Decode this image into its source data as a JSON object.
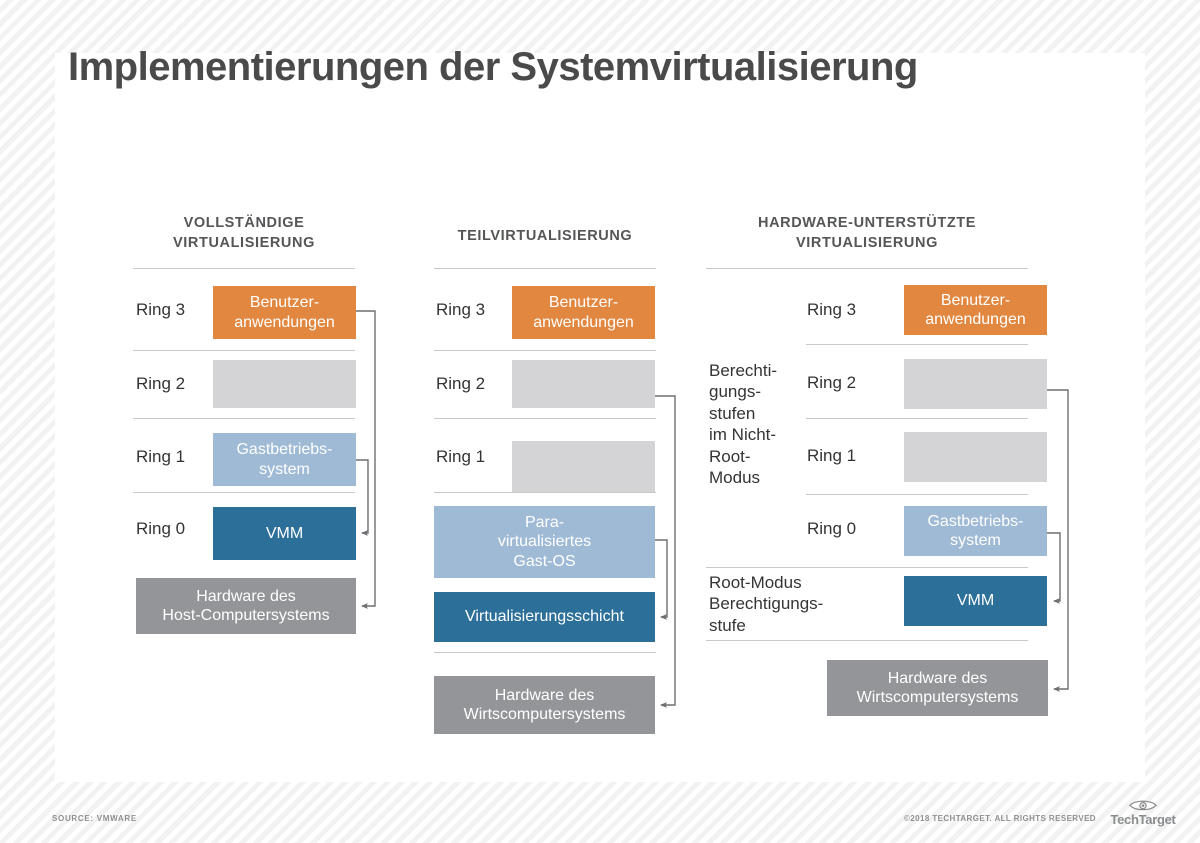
{
  "title": "Implementierungen der Systemvirtualisierung",
  "columns": [
    {
      "id": "full-virtualization",
      "heading": "VOLLSTÄNDIGE\nVIRTUALISIERUNG",
      "heading_line1": "VOLLSTÄNDIGE",
      "heading_line2": "VIRTUALISIERUNG",
      "rings": [
        {
          "label": "Ring 3",
          "box": "Benutzer-\nanwendungen",
          "box_line1": "Benutzer-",
          "box_line2": "anwendungen",
          "color": "#e2873f",
          "style": "orange"
        },
        {
          "label": "Ring 2",
          "box": "",
          "color": "#d4d4d6",
          "style": "gray"
        },
        {
          "label": "Ring 1",
          "box": "Gastbetriebs-\nsystem",
          "box_line1": "Gastbetriebs-",
          "box_line2": "system",
          "color": "#9fbad5",
          "style": "lblue"
        },
        {
          "label": "Ring 0",
          "box": "VMM",
          "color": "#2c6f99",
          "style": "dblue"
        }
      ],
      "hardware": {
        "line1": "Hardware des",
        "line2": "Host-Computersystems",
        "color": "#939598"
      }
    },
    {
      "id": "partial-virtualization",
      "heading": "TEILVIRTUALISIERUNG",
      "heading_line1": "TEILVIRTUALISIERUNG",
      "heading_line2": "",
      "rings": [
        {
          "label": "Ring 3",
          "box": "Benutzer-\nanwendungen",
          "box_line1": "Benutzer-",
          "box_line2": "anwendungen",
          "color": "#e2873f",
          "style": "orange"
        },
        {
          "label": "Ring 2",
          "box": "",
          "color": "#d4d4d6",
          "style": "gray"
        },
        {
          "label": "Ring 1",
          "box": "",
          "color": "#d4d4d6",
          "style": "gray"
        },
        {
          "label": "Ring 0",
          "box": "Para-\nvirtualisiertes\nGast-OS",
          "box_line1": "Para-",
          "box_line2": "virtualisiertes",
          "box_line3": "Gast-OS",
          "color": "#9fbad5",
          "style": "lblue"
        }
      ],
      "virtualization_layer": {
        "label": "Virtualisierungsschicht",
        "color": "#2c6f99"
      },
      "hardware": {
        "line1": "Hardware des",
        "line2": "Wirtscomputersystems",
        "color": "#939598"
      }
    },
    {
      "id": "hardware-assisted-virtualization",
      "heading": "HARDWARE-UNTERSTÜTZTE\nVIRTUALISIERUNG",
      "heading_line1": "HARDWARE-UNTERSTÜTZTE",
      "heading_line2": "VIRTUALISIERUNG",
      "side_label_nonroot": "Berechti-\ngungs-\nstufen\nim Nicht-\nRoot-\nModus",
      "side_label_root": "Root-Modus\nBerechtigungs-\nstufe",
      "rings": [
        {
          "label": "Ring 3",
          "box": "Benutzer-\nanwendungen",
          "box_line1": "Benutzer-",
          "box_line2": "anwendungen",
          "color": "#e2873f",
          "style": "orange"
        },
        {
          "label": "Ring 2",
          "box": "",
          "color": "#d4d4d6",
          "style": "gray"
        },
        {
          "label": "Ring 1",
          "box": "",
          "color": "#d4d4d6",
          "style": "gray"
        },
        {
          "label": "Ring 0",
          "box": "Gastbetriebs-\nsystem",
          "box_line1": "Gastbetriebs-",
          "box_line2": "system",
          "color": "#9fbad5",
          "style": "lblue"
        }
      ],
      "vmm": {
        "label": "VMM",
        "color": "#2c6f99"
      },
      "hardware": {
        "line1": "Hardware des",
        "line2": "Wirtscomputersystems",
        "color": "#939598"
      }
    }
  ],
  "footer": {
    "source": "SOURCE: VMWARE",
    "copyright": "©2018 TECHTARGET. ALL RIGHTS RESERVED",
    "logo_text": "TechTarget",
    "logo_icon": "eye-icon"
  }
}
